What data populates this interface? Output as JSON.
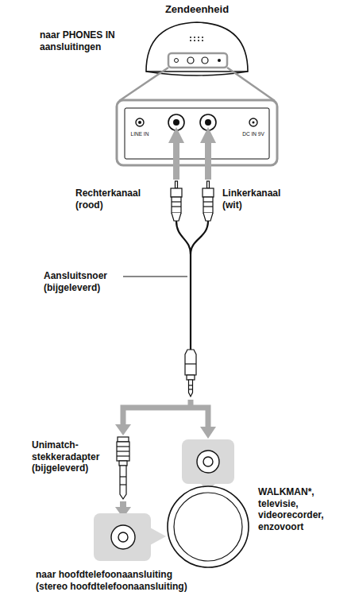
{
  "diagram": {
    "labels": [
      "Zendeenheid",
      "naar PHONES IN aansluitingen",
      "LINE IN",
      "DC IN 9V",
      "Rechterkanaal (rood)",
      "Linkerkanaal (wit)",
      "Aansluitsnoer (bijgeleverd)",
      "Unimatch- stekkeradapter (bijgeleverd)",
      "WALKMAN*, televisie, videorecorder, enzovoort",
      "naar hoofdtelefoonaansluiting (stereo hoofdtelefoonaansluiting)"
    ]
  }
}
